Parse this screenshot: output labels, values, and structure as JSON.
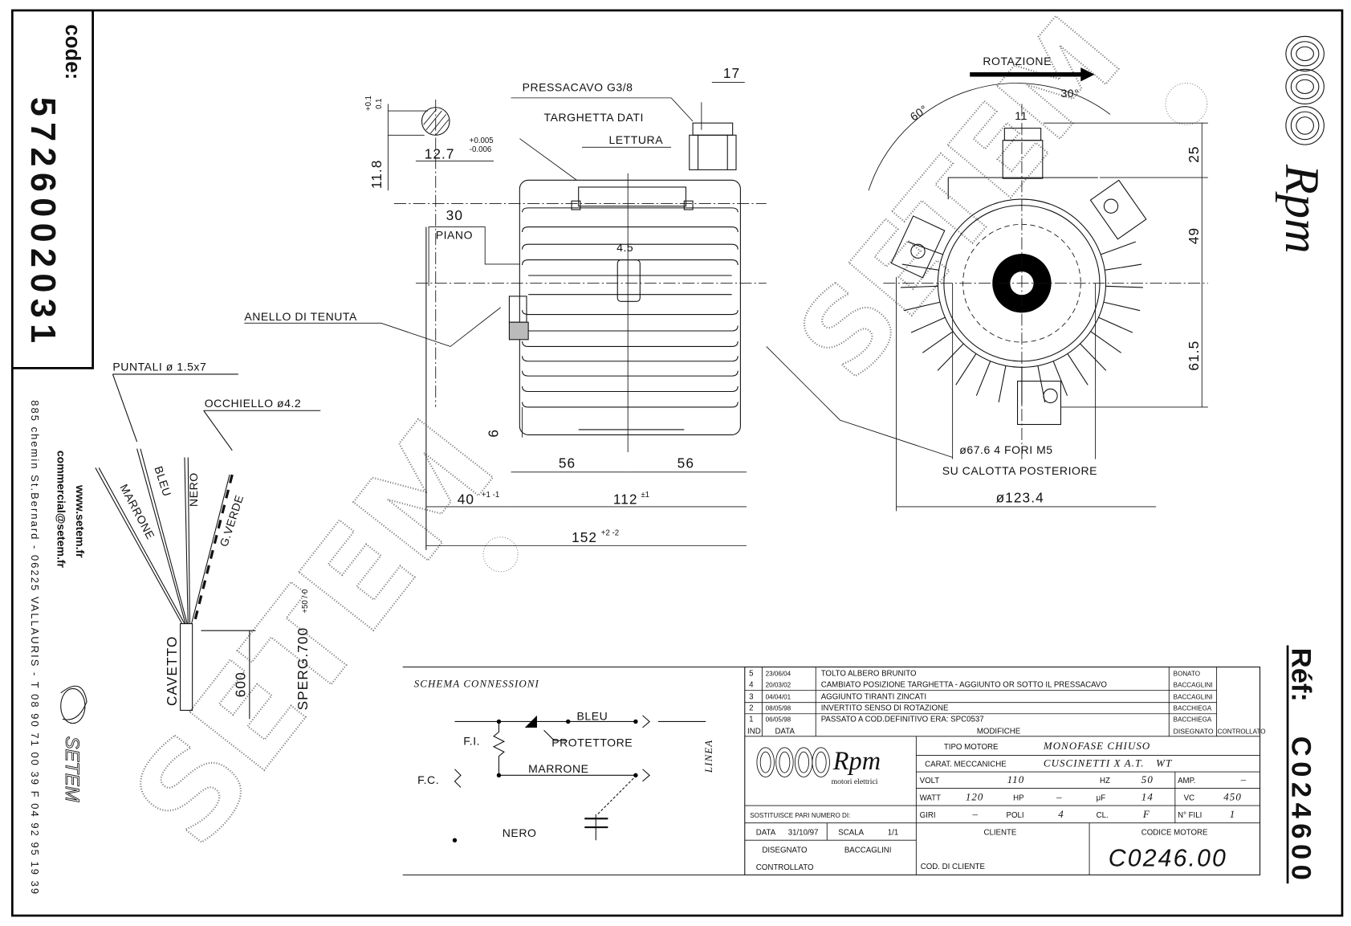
{
  "header": {
    "code_label": "code:",
    "code_value": "5726002031",
    "ref_label": "Réf:",
    "ref_value": "C024600"
  },
  "company": {
    "website": "www.setem.fr",
    "email": "commercial@setem.fr",
    "address": "885 chemin St.Bernard  -  06225 VALLAURIS  -  T 08 90 71 00 39   F 04 92 95 19 39",
    "logo_text": "SETEM",
    "brand_logo_text": "Rpm"
  },
  "watermark": "SETEM",
  "side_view": {
    "dim_17": "17",
    "pressacavo": "PRESSACAVO G3/8",
    "targhetta": "TARGHETTA DATI",
    "lettura": "LETTURA",
    "tol_flat_plus": "+0.1",
    "tol_flat_minus": "0.1",
    "dim_11_8": "11.8",
    "dim_12_7": "12.7",
    "tol_shaft_plus": "+0.005",
    "tol_shaft_minus": "-0.006",
    "dim_30": "30",
    "piano": "PIANO",
    "anello": "ANELLO DI TENUTA",
    "dim_4_5": "4.5",
    "dim_6": "6",
    "dim_56_left": "56",
    "dim_56_right": "56",
    "dim_40": "40",
    "tol_40": "+1 -1",
    "dim_112": "112",
    "tol_112": "±1",
    "dim_152": "152",
    "tol_152": "+2 -2"
  },
  "wires": {
    "puntali": "PUNTALI ø 1.5x7",
    "occhiello": "OCCHIELLO ø4.2",
    "marrone": "MARRONE",
    "bleu": "BLEU",
    "nero": "NERO",
    "g_verde": "G.VERDE",
    "cavetto": "CAVETTO",
    "dim_600": "600",
    "sperg": "SPERG.700",
    "tol_600": "+50 / 0"
  },
  "end_view": {
    "rotazione": "ROTAZIONE",
    "angle_60": "60°",
    "angle_30": "30°",
    "dim_11": "11",
    "dim_25": "25",
    "dim_49": "49",
    "dim_61_5": "61.5",
    "fori": "ø67.6 4 FORI M5",
    "calotta": "SU CALOTTA POSTERIORE",
    "dim_123_4": "ø123.4"
  },
  "schema": {
    "title": "SCHEMA CONNESSIONI",
    "bleu": "BLEU",
    "protettore": "PROTETTORE",
    "fi": "F.I.",
    "fc": "F.C.",
    "marrone": "MARRONE",
    "nero": "NERO",
    "linea": "LINEA"
  },
  "revisions": [
    {
      "ind": "5",
      "date": "23/06/04",
      "text": "TOLTO ALBERO BRUNITO",
      "drawn": "BONATO",
      "checked": ""
    },
    {
      "ind": "4",
      "date": "20/03/02",
      "text": "CAMBIATO POSIZIONE TARGHETTA - AGGIUNTO OR SOTTO IL PRESSACAVO",
      "drawn": "BACCAGLINI",
      "checked": ""
    },
    {
      "ind": "3",
      "date": "04/04/01",
      "text": "AGGIUNTO TIRANTI ZINCATI",
      "drawn": "BACCAGLINI",
      "checked": ""
    },
    {
      "ind": "2",
      "date": "08/05/98",
      "text": "INVERTITO SENSO DI ROTAZIONE",
      "drawn": "BACCHIEGA",
      "checked": ""
    },
    {
      "ind": "1",
      "date": "06/05/98",
      "text": "PASSATO A COD.DEFINITIVO ERA: SPC0537",
      "drawn": "BACCHIEGA",
      "checked": ""
    }
  ],
  "revision_headers": {
    "ind": "IND",
    "date": "DATA",
    "text": "MODIFICHE",
    "drawn": "DISEGNATO",
    "checked": "CONTROLLATO"
  },
  "title_block": {
    "logo_subtitle": "motori elettrici",
    "tipo_motore_label": "TIPO MOTORE",
    "tipo_motore": "MONOFASE CHIUSO",
    "carat_label": "CARAT. MECCANICHE",
    "carat": "CUSCINETTI X A.T.",
    "carat_extra": "WT",
    "volt_label": "VOLT",
    "volt": "110",
    "hz_label": "HZ",
    "hz": "50",
    "amp_label": "AMP.",
    "amp": "–",
    "watt_label": "WATT",
    "watt": "120",
    "hp_label": "HP",
    "hp": "–",
    "uf_label": "μF",
    "uf": "14",
    "vc_label": "VC",
    "vc": "450",
    "giri_label": "GIRI",
    "giri": "–",
    "poli_label": "POLI",
    "poli": "4",
    "cl_label": "CL.",
    "cl": "F",
    "nfili_label": "N° FILI",
    "nfili": "1",
    "sostituisce": "SOSTITUISCE PARI NUMERO DI:",
    "data_label": "DATA",
    "data": "31/10/97",
    "scala_label": "SCALA",
    "scala": "1/1",
    "disegnato_label": "DISEGNATO",
    "disegnato": "BACCAGLINI",
    "controllato_label": "CONTROLLATO",
    "cliente_label": "CLIENTE",
    "cod_cliente_label": "COD. DI CLIENTE",
    "codice_motore_label": "CODICE MOTORE",
    "codice_motore": "C0246.00"
  }
}
